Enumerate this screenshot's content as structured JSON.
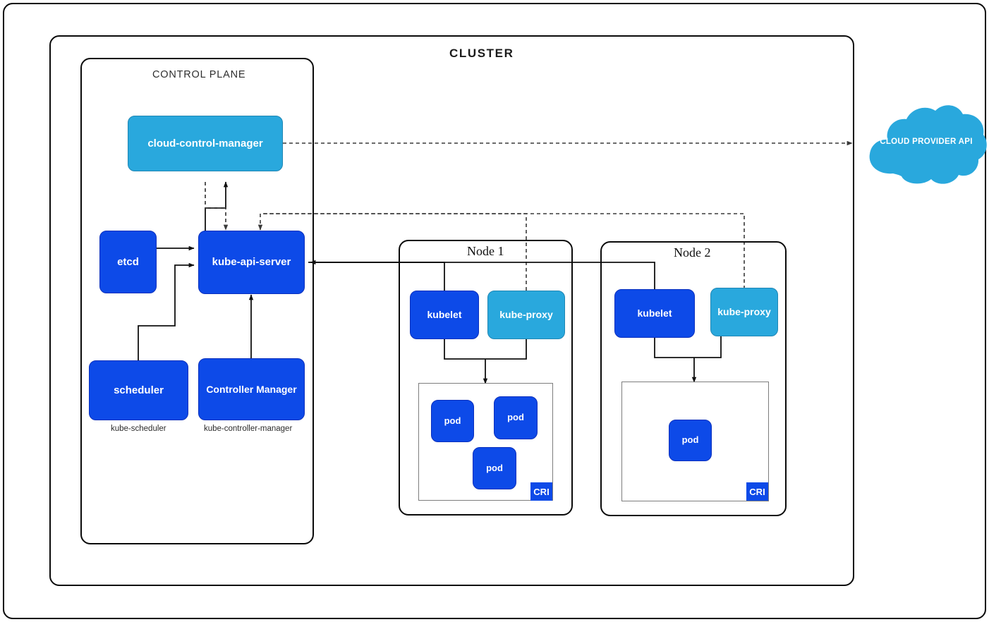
{
  "diagram": {
    "title": "CLUSTER",
    "control_plane_title": "CONTROL PLANE",
    "colors": {
      "dark_blue": "#0d4ae8",
      "light_blue": "#29a8dd",
      "cloud_blue": "#29a8dd",
      "border": "#0a0a0a",
      "text": "#1a1a1a"
    }
  },
  "control_plane": {
    "label": "CONTROL PLANE",
    "components": [
      {
        "id": "cloud-control-manager",
        "label": "cloud-control-manager",
        "style": "light",
        "caption": ""
      },
      {
        "id": "etcd",
        "label": "etcd",
        "style": "dark",
        "caption": ""
      },
      {
        "id": "kube-api-server",
        "label": "kube-api-server",
        "style": "dark",
        "caption": ""
      },
      {
        "id": "scheduler",
        "label": "scheduler",
        "style": "dark",
        "caption": "kube-scheduler"
      },
      {
        "id": "controller-manager",
        "label": "Controller Manager",
        "style": "dark",
        "caption": "kube-controller-manager"
      }
    ]
  },
  "nodes": [
    {
      "id": "node-1",
      "title": "Node 1",
      "kubelet": "kubelet",
      "kube_proxy": "kube-proxy",
      "cri": "CRI",
      "pods": [
        {
          "label": "pod"
        },
        {
          "label": "pod"
        },
        {
          "label": "pod"
        }
      ]
    },
    {
      "id": "node-2",
      "title": "Node 2",
      "kubelet": "kubelet",
      "kube_proxy": "kube-proxy",
      "cri": "CRI",
      "pods": [
        {
          "label": "pod"
        }
      ]
    }
  ],
  "cloud_provider": {
    "label": "CLOUD PROVIDER API"
  }
}
